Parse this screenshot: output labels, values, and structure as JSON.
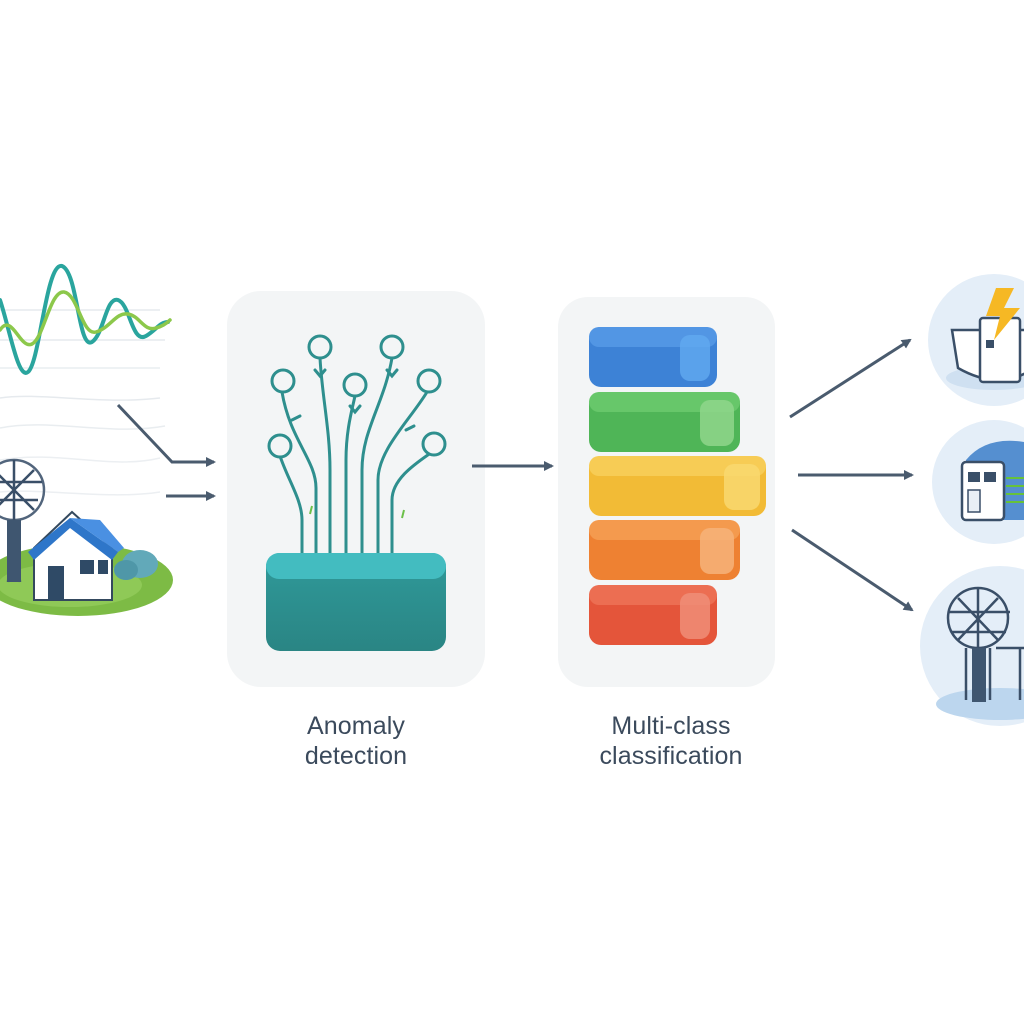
{
  "stages": {
    "anomaly": {
      "label_line1": "Anomaly",
      "label_line2": "detection"
    },
    "classification": {
      "label_line1": "Multi-class",
      "label_line2": "classification",
      "class_colors": [
        "#3d82d6",
        "#4fb557",
        "#f2bb36",
        "#ee8132",
        "#e4553a"
      ]
    }
  },
  "icons": {
    "input_signal": "waveform-icon",
    "input_grid": "power-tower-house-icon",
    "anomaly_model": "neural-tree-icon",
    "output_1": "power-surge-icon",
    "output_2": "control-cabinet-icon",
    "output_3": "transmission-tower-icon"
  },
  "colors": {
    "text": "#3b4a5c",
    "arrow": "#4a5b6e",
    "panel": "#f3f5f6",
    "teal": "#2e8f8e",
    "teal_light": "#43bcc0",
    "circle_bg": "#e4eef8"
  }
}
